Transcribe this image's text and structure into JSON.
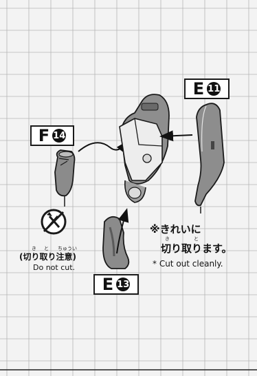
{
  "labels": {
    "f14": {
      "letter": "F",
      "number": "14"
    },
    "e11": {
      "letter": "E",
      "number": "11"
    },
    "e13": {
      "letter": "E",
      "number": "13"
    }
  },
  "caution": {
    "ruby": [
      "き",
      "と",
      "ちゅうい"
    ],
    "jp": "(切り取り注意)",
    "en": "Do not cut."
  },
  "clean_cut": {
    "line1": "※きれいに",
    "line2": "切り取ります。",
    "ruby": [
      "き",
      "と"
    ],
    "en": "* Cut out cleanly."
  },
  "icons": {
    "caution": "no-cut-nipper-icon"
  },
  "colors": {
    "background": "#f3f3f3",
    "grid": "#b5b5b5",
    "part_fill": "#888888",
    "part_light": "#cfcfcf",
    "outline": "#1a1a1a"
  }
}
